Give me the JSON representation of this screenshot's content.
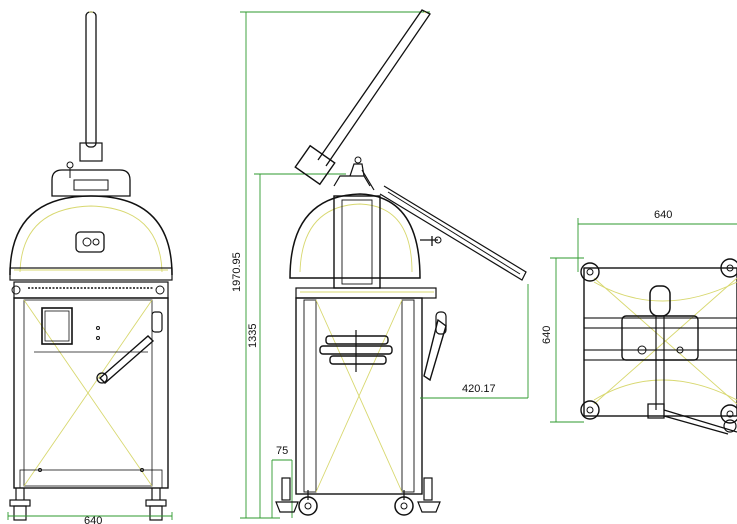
{
  "dimensions": {
    "front_width": "640",
    "side_total_height": "1970.95",
    "side_body_height": "1335",
    "side_foot_offset": "75",
    "side_lever_reach": "420.17",
    "top_width": "640",
    "top_depth": "640"
  },
  "colors": {
    "outline": "#111111",
    "dimension_line": "#2e9a2e",
    "construction_line": "#d8d870"
  }
}
